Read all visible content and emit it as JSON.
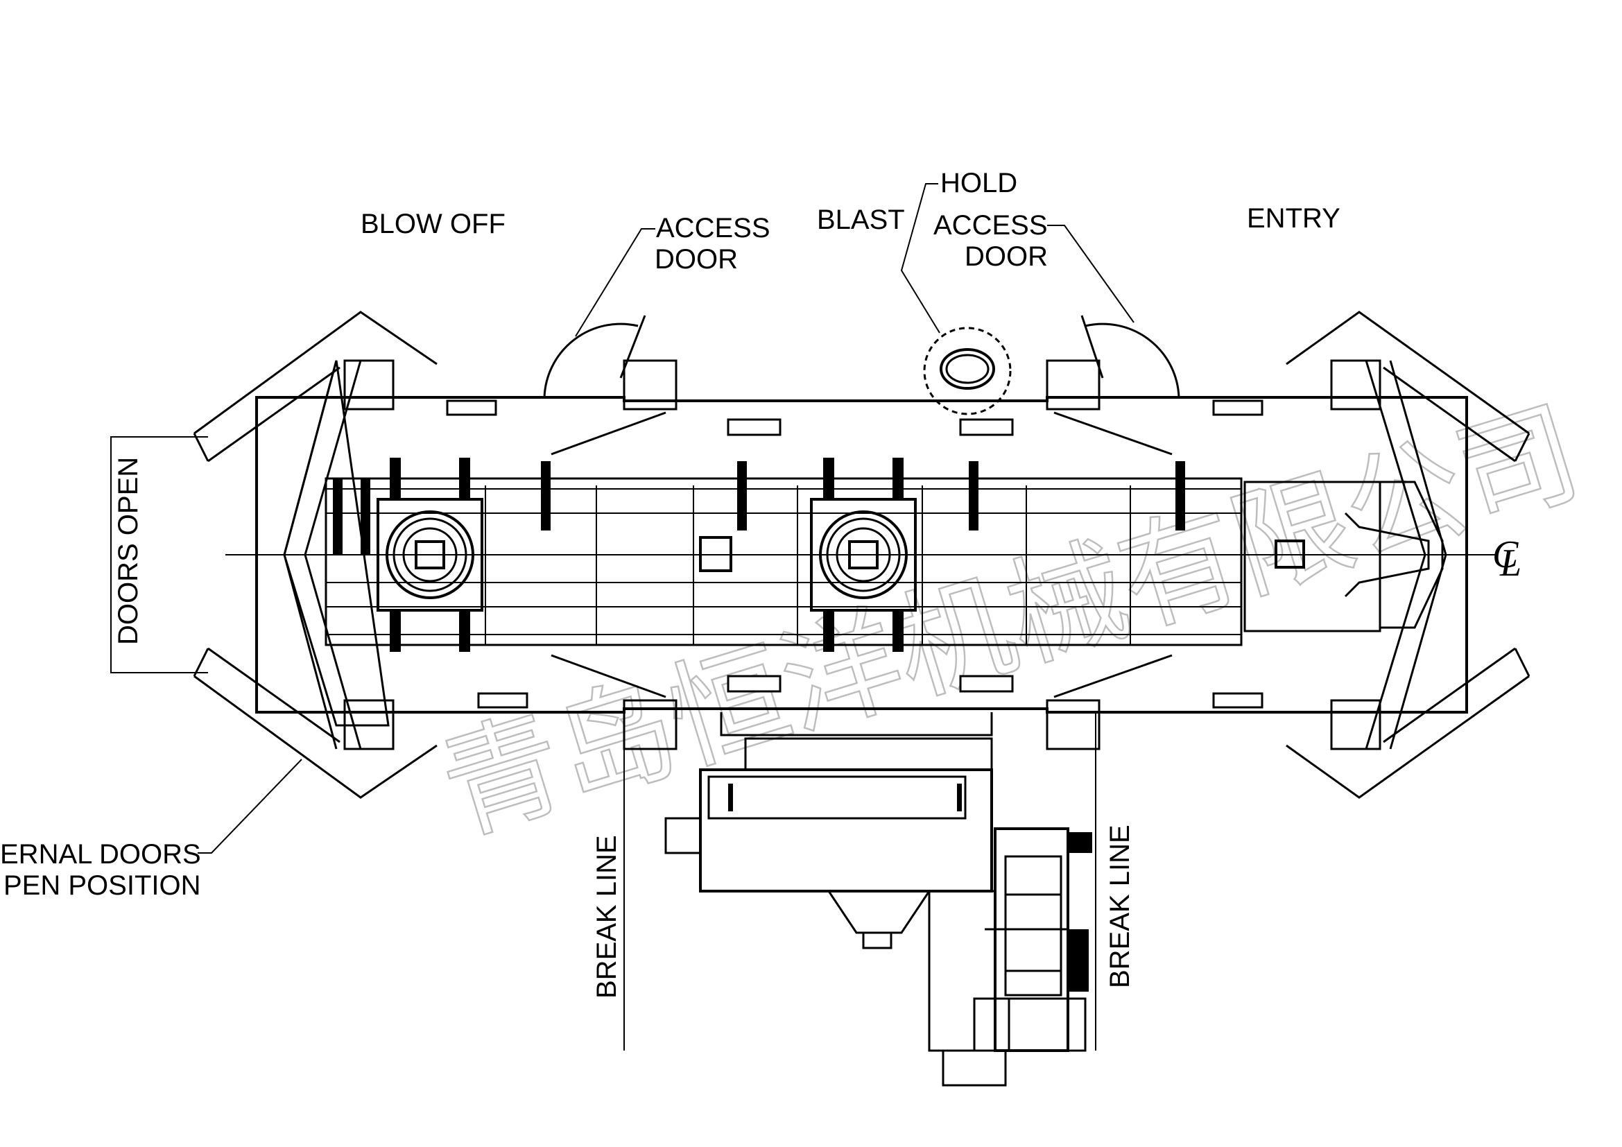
{
  "labels": {
    "blow_off": "BLOW OFF",
    "blast": "BLAST",
    "hold": "HOLD",
    "entry": "ENTRY",
    "access_door_left_1": "ACCESS",
    "access_door_left_2": "DOOR",
    "access_door_right_1": "ACCESS",
    "access_door_right_2": "DOOR",
    "doors_open": "DOORS OPEN",
    "external_doors_1": "ERNAL DOORS",
    "external_doors_2": "PEN POSITION",
    "break_line_left": "BREAK LINE",
    "break_line_right": "BREAK LINE",
    "centerline_symbol": "CL"
  },
  "watermark": {
    "text": "青岛恒洋机械有限公司"
  }
}
